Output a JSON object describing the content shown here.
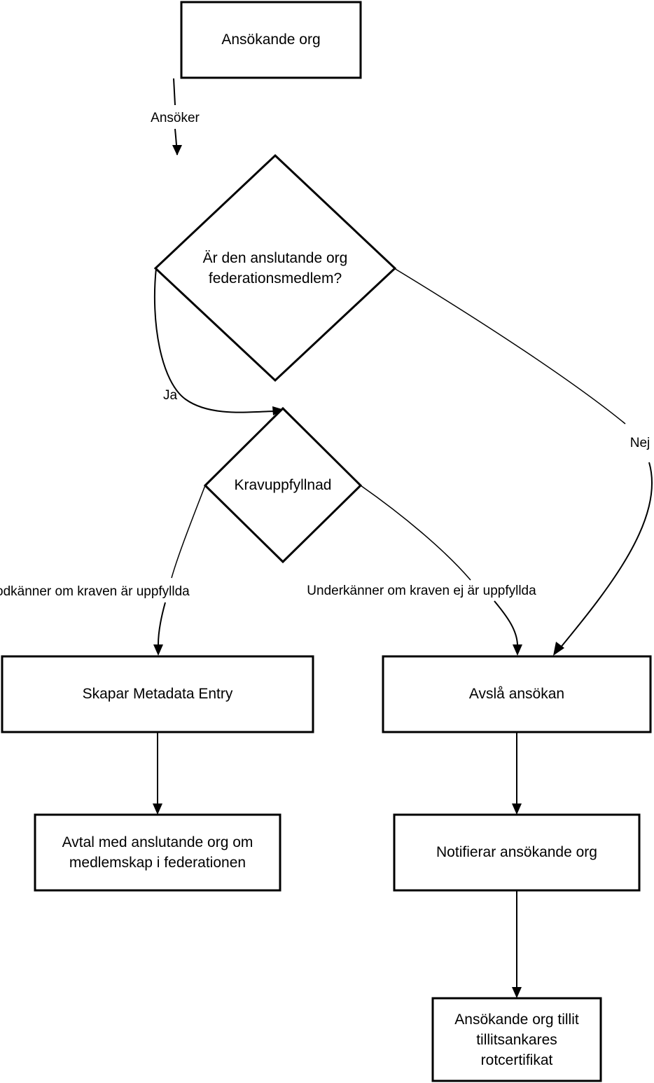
{
  "diagram": {
    "nodes": {
      "applicant": {
        "lines": [
          "Ansökande org"
        ]
      },
      "member_check": {
        "lines": [
          "Är den anslutande org",
          "federationsmedlem?"
        ]
      },
      "requirements": {
        "lines": [
          "Kravuppfyllnad"
        ]
      },
      "create_entry": {
        "lines": [
          "Skapar Metadata Entry"
        ]
      },
      "reject": {
        "lines": [
          "Avslå ansökan"
        ]
      },
      "agreement": {
        "lines": [
          "Avtal med anslutande org om",
          "medlemskap i federationen"
        ]
      },
      "notify": {
        "lines": [
          "Notifierar ansökande org"
        ]
      },
      "trust_root": {
        "lines": [
          "Ansökande org tillit",
          "tillitsankares",
          "rotcertifikat"
        ]
      }
    },
    "edges": {
      "applies": {
        "label": "Ansöker"
      },
      "yes": {
        "label": "Ja"
      },
      "no": {
        "label": "Nej"
      },
      "approves": {
        "label": "Godkänner om kraven är uppfyllda"
      },
      "rejects": {
        "label": "Underkänner om kraven ej är uppfyllda"
      },
      "create_to_agreement": {
        "label": ""
      },
      "reject_to_notify": {
        "label": ""
      },
      "notify_to_trust": {
        "label": ""
      }
    }
  }
}
